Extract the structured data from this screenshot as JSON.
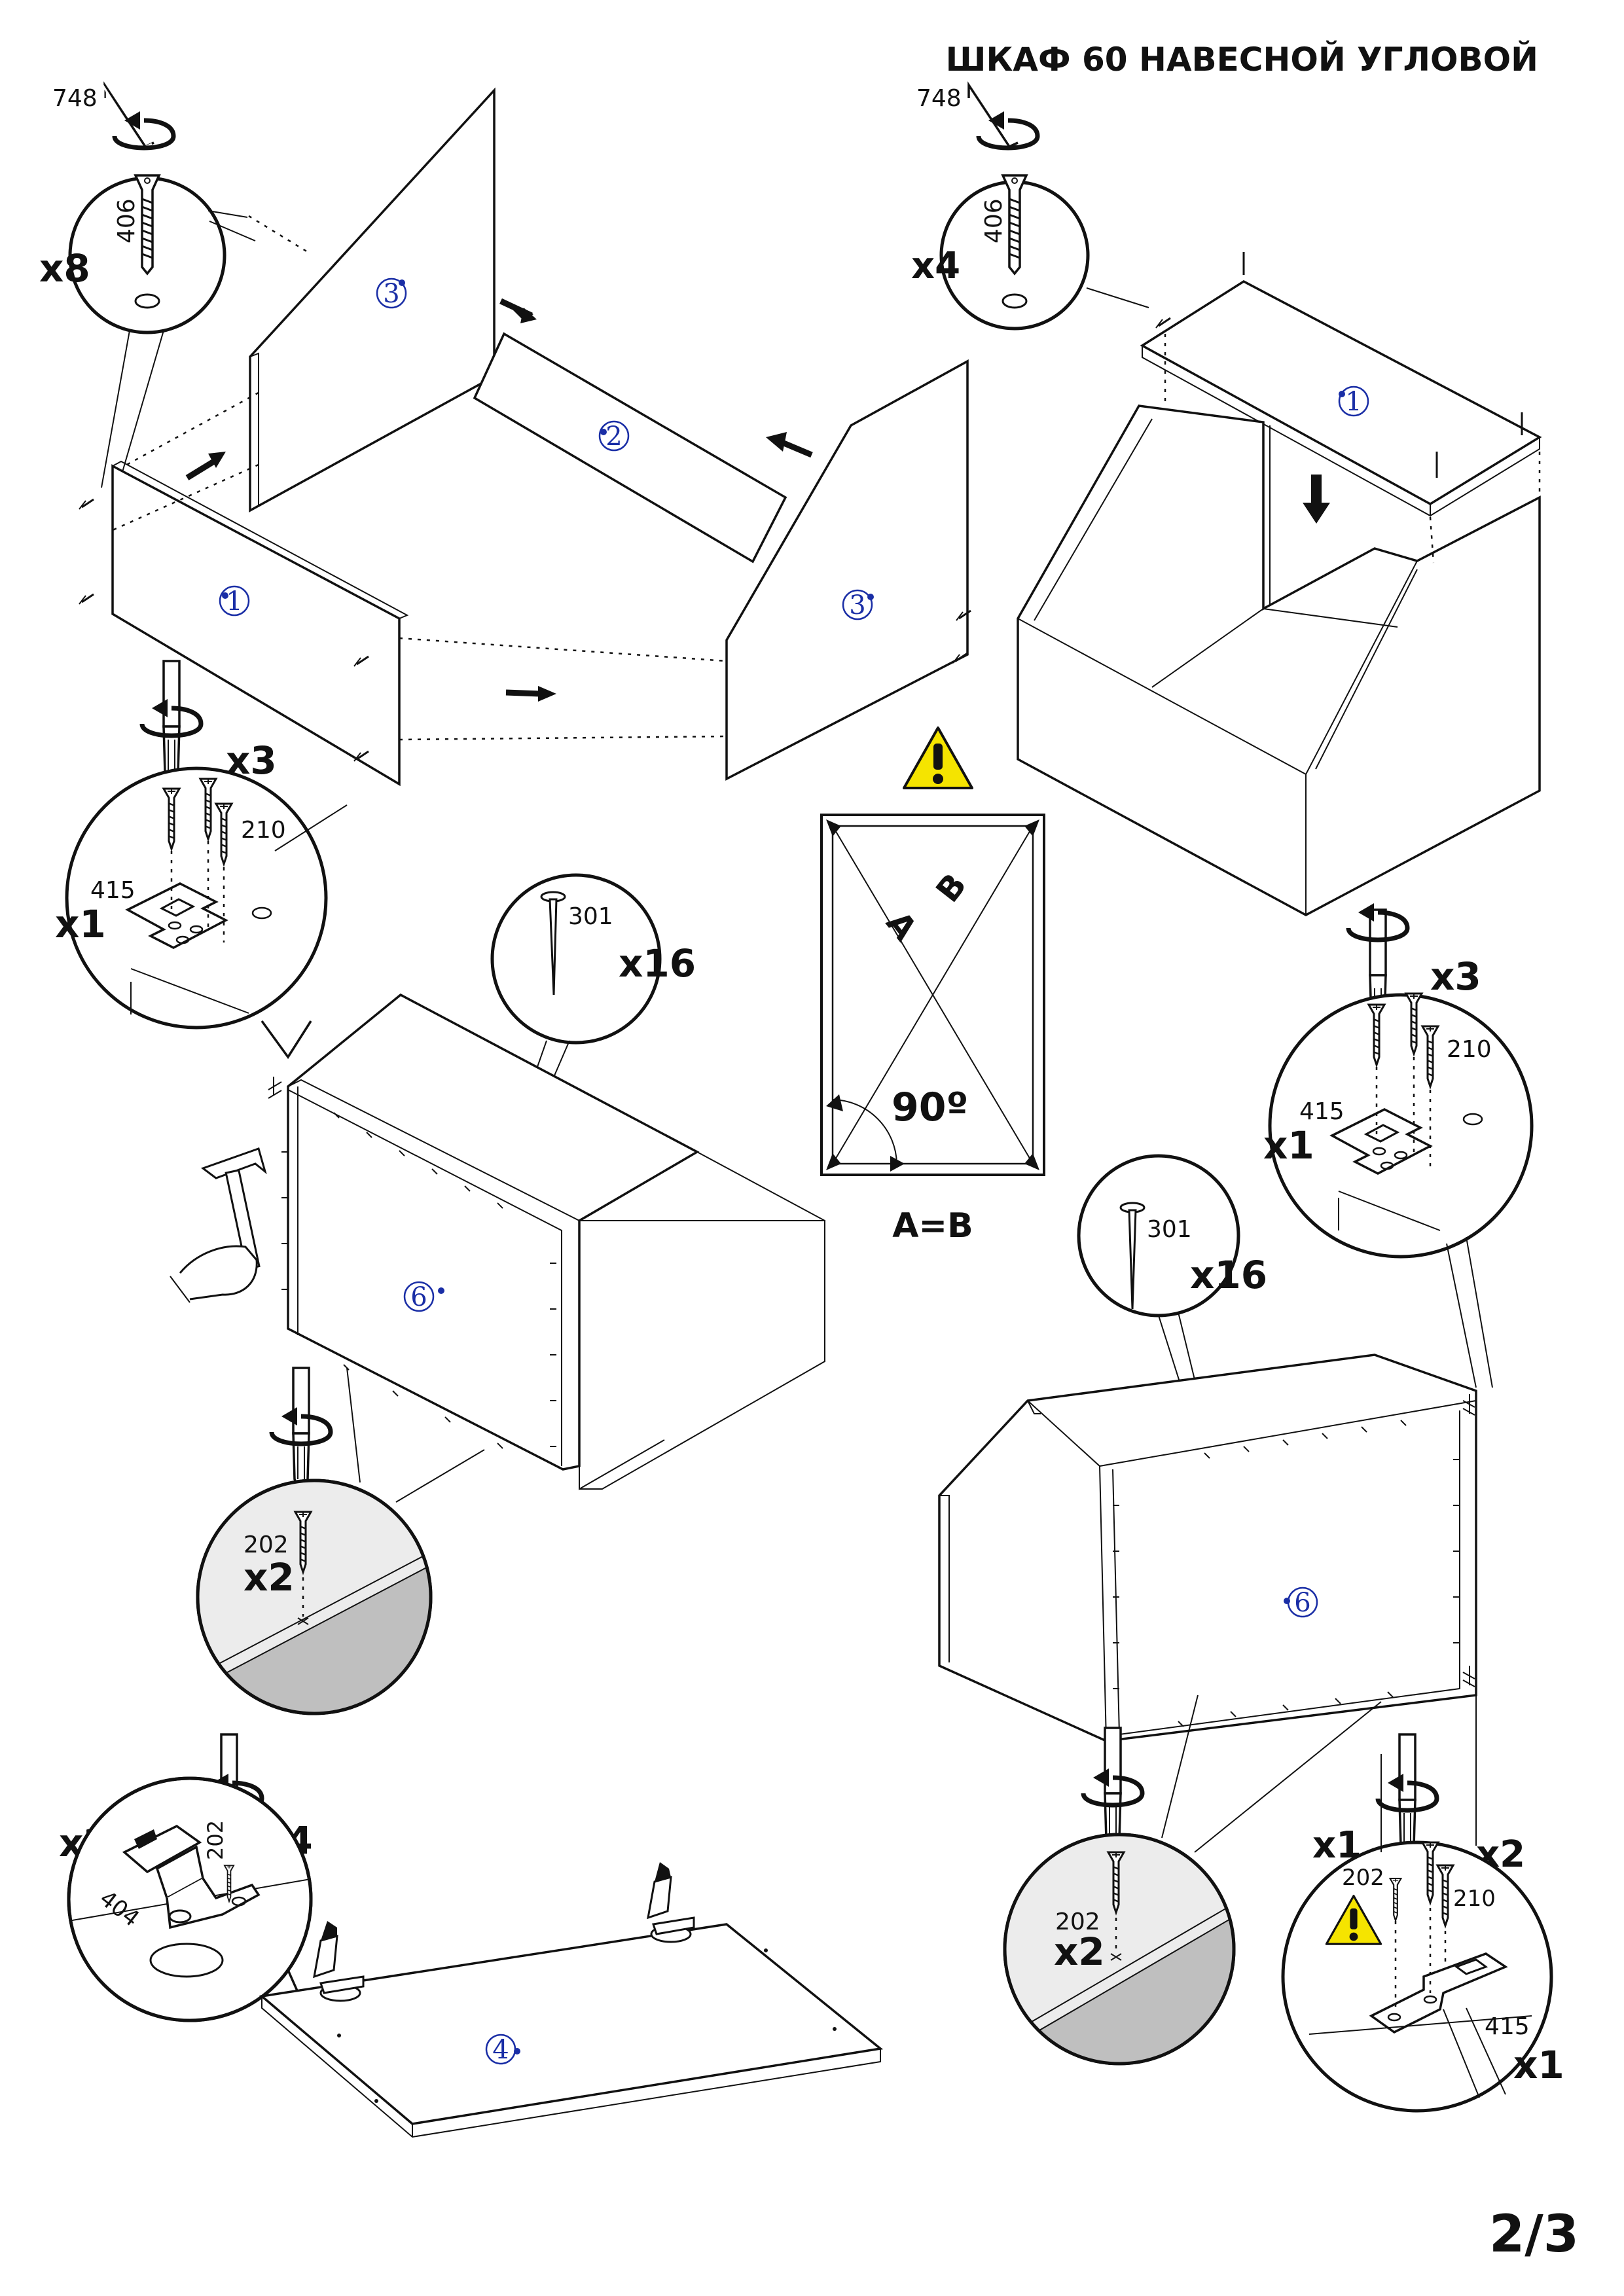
{
  "title": "ШКАФ 60 НАВЕСНОЙ УГЛОВОЙ",
  "page_number": "2/3",
  "parts": {
    "p1": "1",
    "p2": "2",
    "p3": "3",
    "p4": "4",
    "p6": "6"
  },
  "hardware": {
    "hex_key": "748",
    "confirmat": "406",
    "screw_short": "210",
    "corner_plate": "415",
    "nail": "301",
    "screw_small": "202",
    "hinge": "404"
  },
  "quantities": {
    "x8": "x8",
    "x4": "x4",
    "x3": "x3",
    "x1": "x1",
    "x16": "x16",
    "x2": "x2"
  },
  "check": {
    "diag_a": "A",
    "diag_b": "B",
    "angle": "90º",
    "equality": "A=B"
  },
  "icons": [
    "hex-key-icon",
    "rotate-arrow-icon",
    "screwdriver-icon",
    "hammer-icon",
    "warning-icon",
    "nail-icon",
    "screw-icon"
  ],
  "colors": {
    "part_number": "#1a2ea6",
    "warning_fill": "#f5e400",
    "line": "#111111"
  }
}
